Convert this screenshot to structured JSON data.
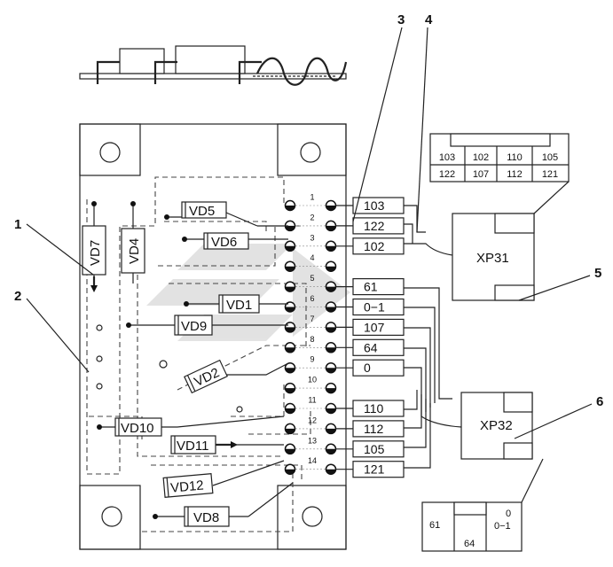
{
  "pcb": {
    "diodes": {
      "vd5": "VD5",
      "vd6": "VD6",
      "vd7": "VD7",
      "vd4": "VD4",
      "vd1": "VD1",
      "vd9": "VD9",
      "vd2": "VD2",
      "vd10": "VD10",
      "vd11": "VD11",
      "vd12": "VD12",
      "vd8": "VD8"
    },
    "pin_numbers": [
      "1",
      "2",
      "3",
      "4",
      "5",
      "6",
      "7",
      "8",
      "9",
      "10",
      "11",
      "12",
      "13",
      "14"
    ]
  },
  "terminal_labels": [
    "103",
    "122",
    "102",
    "",
    "61",
    "0−1",
    "107",
    "64",
    "0",
    "",
    "110",
    "112",
    "105",
    "121"
  ],
  "callouts": {
    "c1": "1",
    "c2": "2",
    "c3": "3",
    "c4": "4",
    "c5": "5",
    "c6": "6"
  },
  "connectors": {
    "xp31": {
      "label": "XP31",
      "row1": [
        "103",
        "102",
        "110",
        "105"
      ],
      "row2": [
        "122",
        "107",
        "112",
        "121"
      ]
    },
    "xp32": {
      "label": "XP32",
      "cells": [
        "61",
        "0\n0−1",
        "64"
      ]
    }
  }
}
